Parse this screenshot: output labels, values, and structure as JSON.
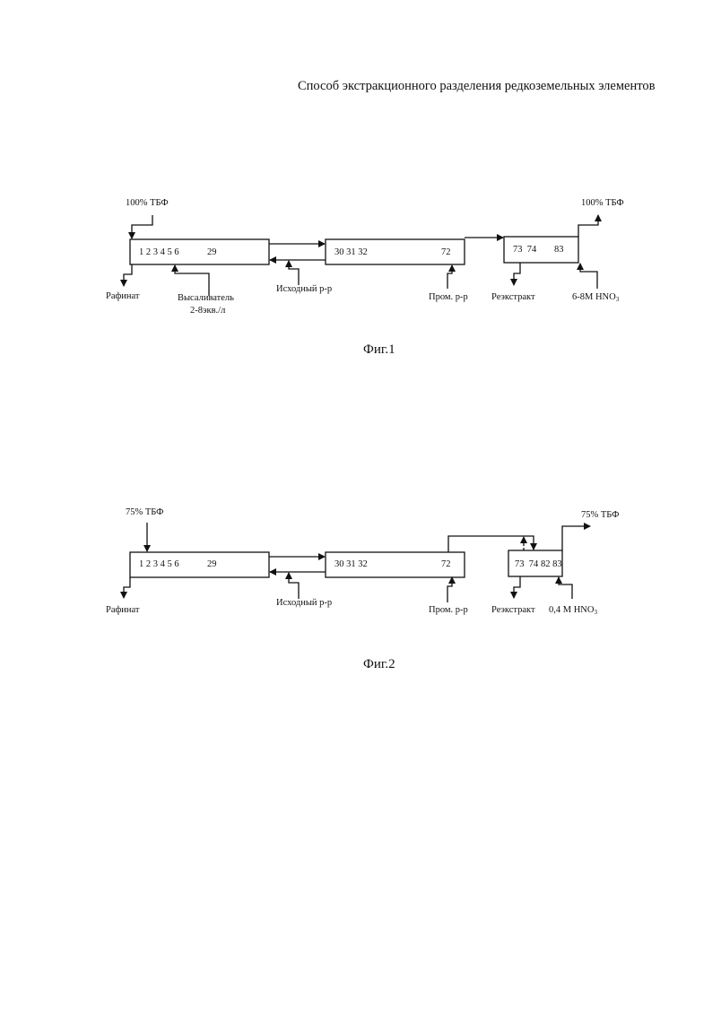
{
  "document_title": "Способ экстракционного разделения редкоземельных элементов",
  "fig1": {
    "caption": "Фиг.1",
    "extractant_in": "100% ТБФ",
    "extractant_out": "100% ТБФ",
    "box1_stages": "1 2 3 4 5 6",
    "box1_last": "29",
    "box2_stages": "30 31 32",
    "box2_last": "72",
    "box3_stages": "73  74",
    "box3_last": "83",
    "raffinate": "Рафинат",
    "salting_agent": "Высаливатель",
    "salting_conc": "2-8экв./л",
    "feed": "Исходный р-р",
    "scrub": "Пром. р-р",
    "reextract": "Реэкстракт",
    "strip": "6-8M HNO",
    "strip_sub": "3"
  },
  "fig2": {
    "caption": "Фиг.2",
    "extractant_in": "75% ТБФ",
    "extractant_out": "75% ТБФ",
    "box1_stages": "1 2 3 4 5 6",
    "box1_last": "29",
    "box2_stages": "30 31 32",
    "box2_last": "72",
    "box3_stages": "73  74",
    "box3_last": "82 83",
    "raffinate": "Рафинат",
    "feed": "Исходный р-р",
    "scrub": "Пром. р-р",
    "reextract": "Реэкстракт",
    "strip": "0,4 M HNO",
    "strip_sub": "3"
  }
}
